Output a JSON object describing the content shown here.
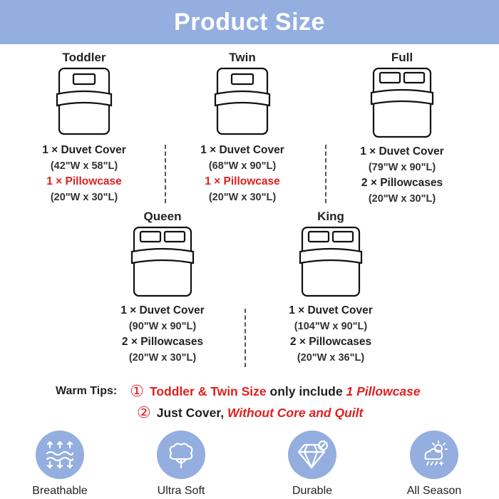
{
  "banner": {
    "title": "Product Size"
  },
  "sizes": [
    {
      "name": "Toddler",
      "lines": [
        "1 × Duvet Cover",
        "(42\"W x 58\"L)",
        "1 × Pillowcase",
        "(20\"W x 30\"L)"
      ],
      "pillows": 1
    },
    {
      "name": "Twin",
      "lines": [
        "1 × Duvet Cover",
        "(68\"W x 90\"L)",
        "1 × Pillowcase",
        "(20\"W x 30\"L)"
      ],
      "pillows": 1
    },
    {
      "name": "Full",
      "lines": [
        "1 × Duvet Cover",
        "(79\"W x 90\"L)",
        "2 × Pillowcases",
        "(20\"W x 30\"L)"
      ],
      "pillows": 2
    },
    {
      "name": "Queen",
      "lines": [
        "1 × Duvet Cover",
        "(90\"W x 90\"L)",
        "2 × Pillowcases",
        "(20\"W x 30\"L)"
      ],
      "pillows": 2
    },
    {
      "name": "King",
      "lines": [
        "1 × Duvet Cover",
        "(104\"W x 90\"L)",
        "2 × Pillowcases",
        "(20\"W x 36\"L)"
      ],
      "pillows": 2
    }
  ],
  "tips": {
    "label": "Warm Tips:",
    "tip1_marker": "①",
    "tip1_red": "Toddler & Twin Size",
    "tip1_plain": " only include ",
    "tip1_italic": "1 Pillowcase",
    "tip2_marker": "②",
    "tip2_plain": "Just Cover, ",
    "tip2_italic": "Without Core and Quilt"
  },
  "features": [
    {
      "label": "Breathable",
      "icon": "breathable-icon"
    },
    {
      "label": "Ultra Soft",
      "icon": "cotton-icon"
    },
    {
      "label": "Durable",
      "icon": "diamond-icon"
    },
    {
      "label": "All Season",
      "icon": "weather-icon"
    }
  ],
  "colors": {
    "banner": "#93aedf",
    "accent_red": "#e02020",
    "icon_bg": "#93aedf"
  }
}
